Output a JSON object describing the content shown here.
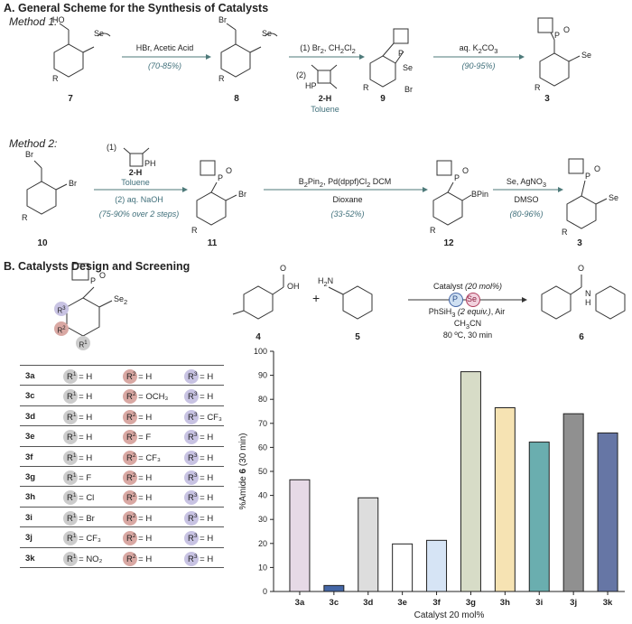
{
  "section_a": {
    "title": "A. General Scheme for the Synthesis of Catalysts",
    "method1": {
      "label": "Method 1:",
      "step1_reagents": "HBr, Acetic Acid",
      "step1_yield": "(70-85%)",
      "step2_reagents_1": "(1) Br",
      "step2_reagents_1_sub": "2",
      "step2_reagents_1b": ", CH",
      "step2_reagents_1b_sub": "2",
      "step2_reagents_1c": "Cl",
      "step2_reagents_1c_sub": "2",
      "step2_reagents_2": "(2)",
      "step2_reagent_name": "2-H",
      "step2_solvent": "Toluene",
      "step3_reagents": "aq. K",
      "step3_reagents_sub": "2",
      "step3_reagents_b": "CO",
      "step3_reagents_b_sub": "3",
      "step3_yield": "(90-95%)",
      "cmpd_7": "7",
      "cmpd_8": "8",
      "cmpd_9": "9",
      "cmpd_3": "3",
      "label_HO": "HO",
      "label_Br": "Br",
      "label_Se": "Se",
      "label_R": "R",
      "label_sub2": "2",
      "label_P": "P",
      "label_Br_minus": "Br",
      "label_O": "O",
      "label_HP": "HP"
    },
    "method2": {
      "label": "Method 2:",
      "step1_reagents_1": "(1)",
      "step1_reagent_name": "2-H",
      "step1_solvent": "Toluene",
      "step1_reagents_2": "(2) aq. NaOH",
      "step1_yield": "(75-90% over 2 steps)",
      "step2_reagents": "B",
      "step2_reagents_tail": "Pin",
      "step2_reagents_tail2": ", Pd(dppf)Cl",
      "step2_reagents_tail3": " DCM",
      "step2_solvent": "Dioxane",
      "step2_yield": "(33-52%)",
      "step3_reagents": "Se, AgNO",
      "step3_reagents_sub": "3",
      "step3_solvent": "DMSO",
      "step3_yield": "(80-96%)",
      "cmpd_10": "10",
      "cmpd_11": "11",
      "cmpd_12": "12",
      "cmpd_3": "3",
      "label_BPin": "BPin",
      "label_PH": "PH"
    }
  },
  "section_b": {
    "title": "B. Catalysts Design and Screening",
    "reaction": {
      "cmpd_4": "4",
      "cmpd_5": "5",
      "cmpd_6": "6",
      "plus": "+",
      "catalyst": "Catalyst",
      "catalyst_loading": "(20 mol%)",
      "silane": "PhSiH",
      "silane_sub": "3",
      "silane_equiv": "(2 equiv.)",
      "silane_tail": ", Air",
      "solvent": "CH",
      "solvent_sub": "3",
      "solvent_tail": "CN",
      "temp_time": "80 ºC, 30 min",
      "badge_P": "P",
      "badge_Se": "Se",
      "label_OH": "OH",
      "label_O": "O",
      "label_H2N": "H",
      "label_H2N_sub": "2",
      "label_H2N_tail": "N",
      "label_N": "N",
      "label_H": "H"
    },
    "catalyst_table": {
      "rows": [
        {
          "id": "3a",
          "r1": "H",
          "r2": "H",
          "r3": "H"
        },
        {
          "id": "3c",
          "r1": "H",
          "r2": "OCH₃",
          "r3": "H"
        },
        {
          "id": "3d",
          "r1": "H",
          "r2": "H",
          "r3": "CF₃"
        },
        {
          "id": "3e",
          "r1": "H",
          "r2": "F",
          "r3": "H"
        },
        {
          "id": "3f",
          "r1": "H",
          "r2": "CF₃",
          "r3": "H"
        },
        {
          "id": "3g",
          "r1": "F",
          "r2": "H",
          "r3": "H"
        },
        {
          "id": "3h",
          "r1": "Cl",
          "r2": "H",
          "r3": "H"
        },
        {
          "id": "3i",
          "r1": "Br",
          "r2": "H",
          "r3": "H"
        },
        {
          "id": "3j",
          "r1": "CF₃",
          "r2": "H",
          "r3": "H"
        },
        {
          "id": "3k",
          "r1": "NO₂",
          "r2": "H",
          "r3": "H"
        }
      ],
      "r1_label": "R",
      "r1_sup": "1",
      "r2_label": "R",
      "r2_sup": "2",
      "r3_label": "R",
      "r3_sup": "3",
      "equals": "=",
      "struct_P": "P",
      "struct_O": "O",
      "struct_Se": "Se",
      "struct_sub": "2",
      "colors": {
        "r1": "#cccccc",
        "r2": "#d9a8a3",
        "r3": "#c8c3e3"
      }
    }
  },
  "chart_data": {
    "type": "bar",
    "categories": [
      "3a",
      "3c",
      "3d",
      "3e",
      "3f",
      "3g",
      "3h",
      "3i",
      "3j",
      "3k"
    ],
    "values": [
      46.5,
      2.5,
      39,
      19.8,
      21.3,
      91.5,
      76.5,
      62.2,
      74,
      66
    ],
    "colors": [
      "#e6d9e6",
      "#4466a6",
      "#dddddd",
      "#ffffff",
      "#d6e4f5",
      "#d7dcc7",
      "#f6e3b3",
      "#6aaeaf",
      "#909090",
      "#6676a5"
    ],
    "ylabel_prefix": "%Amide ",
    "ylabel_bold": "6",
    "ylabel_suffix": " (30 min)",
    "xlabel": "Catalyst 20 mol%",
    "ylim": [
      0,
      100
    ],
    "yticks": [
      "0",
      "10",
      "20",
      "30",
      "40",
      "50",
      "60",
      "70",
      "80",
      "90",
      "100"
    ]
  }
}
